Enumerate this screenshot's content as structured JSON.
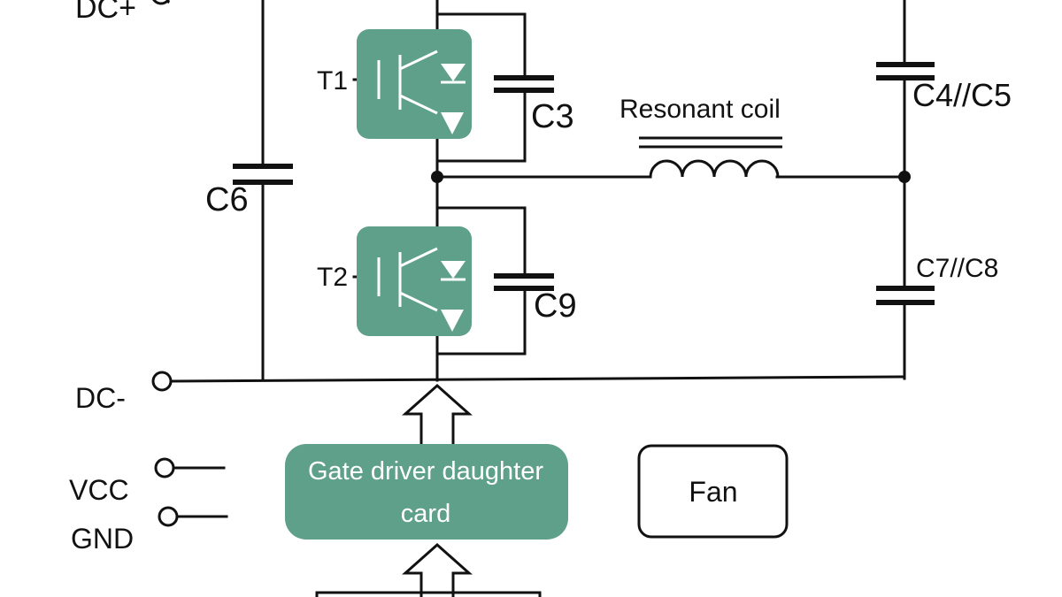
{
  "labels": {
    "dc_plus": "DC+",
    "dc_minus": "DC-",
    "vcc": "VCC",
    "gnd": "GND",
    "t1": "T1",
    "t2": "T2",
    "c3": "C3",
    "c6": "C6",
    "c9": "C9",
    "c4_c5": "C4//C5",
    "c7_c8": "C7//C8",
    "resonant_coil": "Resonant coil",
    "gate_driver_line1": "Gate driver daughter",
    "gate_driver_line2": "card",
    "fan": "Fan"
  },
  "colors": {
    "module_fill": "#5fa08a",
    "wire": "#111111",
    "background": "#ffffff"
  }
}
